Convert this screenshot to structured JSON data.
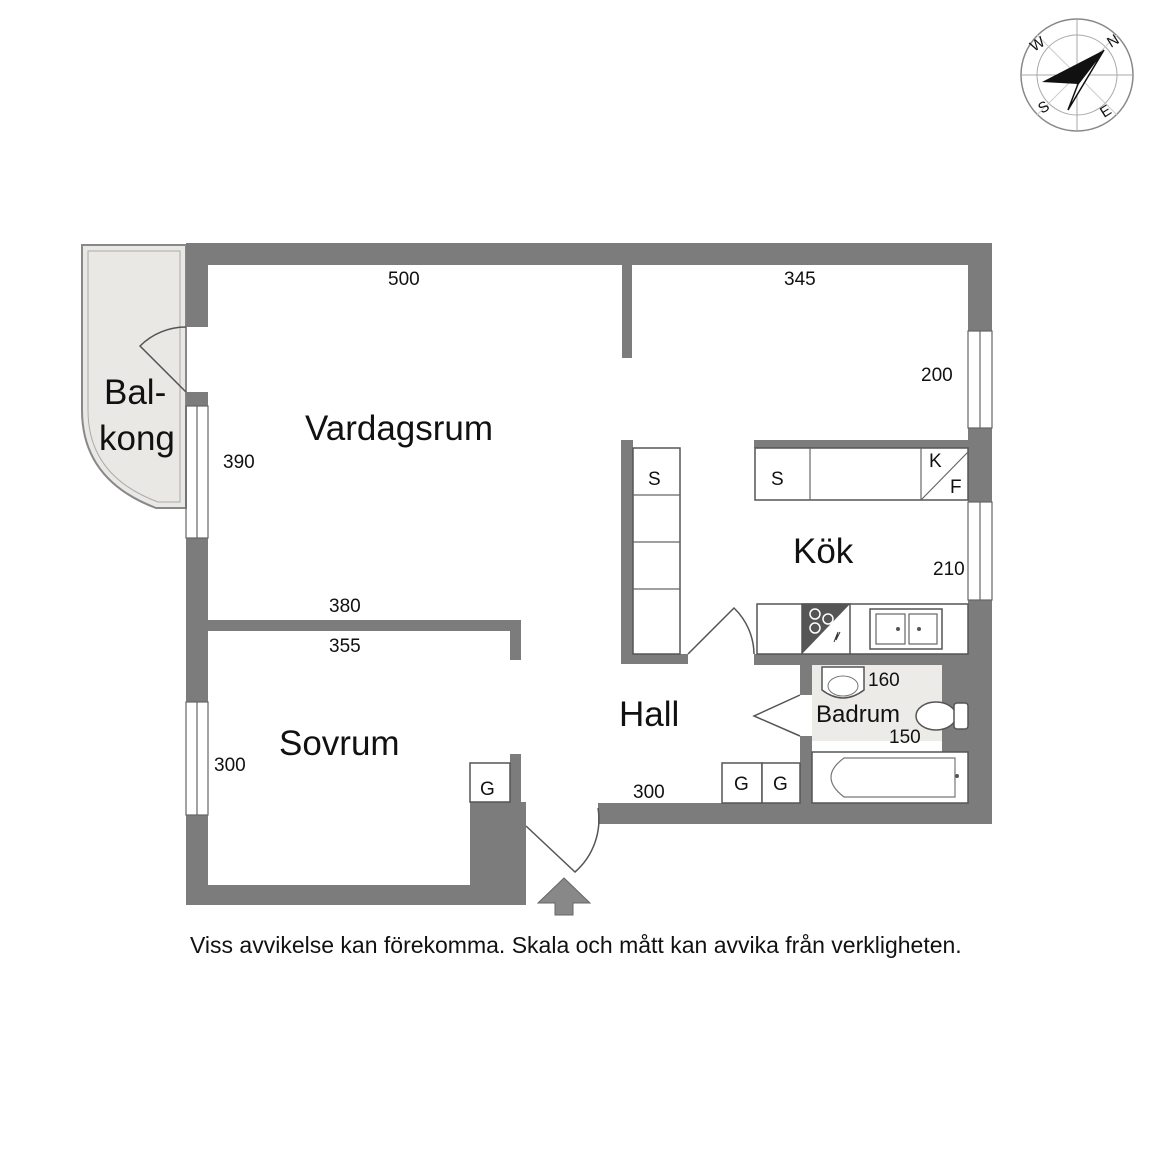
{
  "compass": {
    "n": "N",
    "e": "E",
    "s": "S",
    "w": "W"
  },
  "rooms": {
    "living": "Vardagsrum",
    "balcony_line1": "Bal-",
    "balcony_line2": "kong",
    "kitchen": "Kök",
    "bedroom": "Sovrum",
    "hall": "Hall",
    "bathroom": "Badrum"
  },
  "dimensions": {
    "living_width": "500",
    "kitchen_width": "345",
    "kitchen_depth_upper": "200",
    "living_depth": "390",
    "kitchen_depth_lower": "210",
    "living_bottom": "380",
    "bedroom_width": "355",
    "bedroom_depth": "300",
    "hall_width": "300",
    "bath_width": "160",
    "bath_depth": "150"
  },
  "fixture_labels": {
    "storage_hall": "S",
    "storage_kitchen": "S",
    "fridge_k": "K",
    "fridge_f": "F",
    "wardrobe_bedroom": "G",
    "wardrobe_hall_1": "G",
    "wardrobe_hall_2": "G"
  },
  "colors": {
    "wall": "#7c7c7c",
    "balcony": "#e9e8e5",
    "bathroom": "#ecebe8"
  },
  "disclaimer": "Viss avvikelse kan förekomma. Skala och mått kan avvika från verkligheten."
}
